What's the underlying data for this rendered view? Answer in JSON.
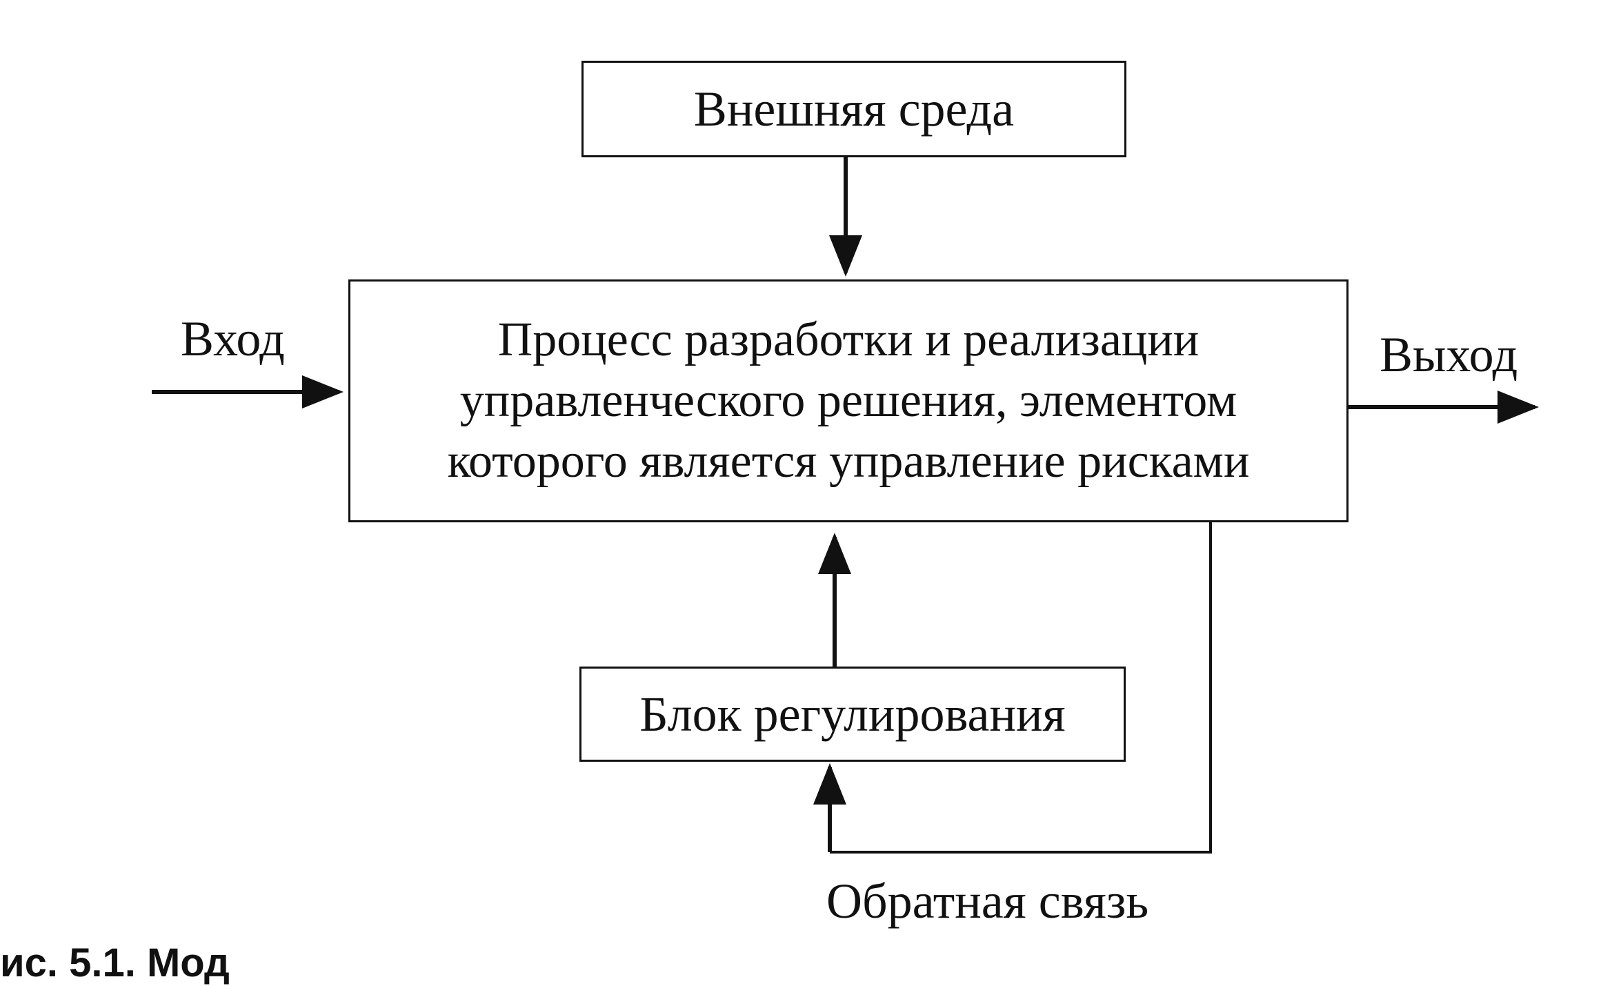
{
  "nodes": {
    "external": {
      "label": "Внешняя среда"
    },
    "process": {
      "lines": [
        "Процесс разработки и реализации",
        "управленческого решения, элементом",
        "которого является управление рисками"
      ]
    },
    "regulator": {
      "label": "Блок регулирования"
    }
  },
  "labels": {
    "input": "Вход",
    "output": "Выход",
    "feedback": "Обратная связь"
  },
  "caption": "ис. 5.1. Мод"
}
